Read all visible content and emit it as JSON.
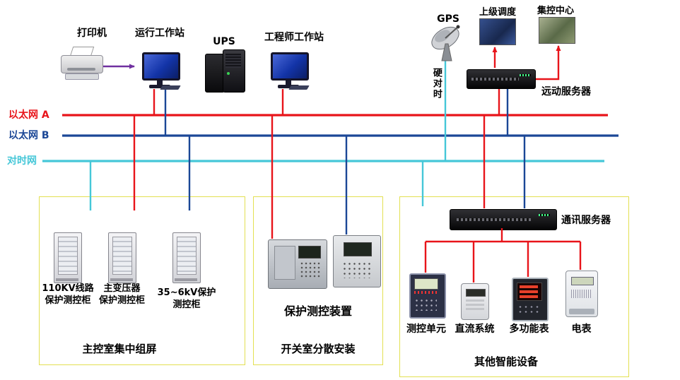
{
  "colors": {
    "bus_a": "#e8141a",
    "bus_b": "#1b4796",
    "bus_time": "#45c7d8",
    "group_border": "#e3e052",
    "link_purple": "#7030a0"
  },
  "top_devices": {
    "printer": "打印机",
    "operator_workstation": "运行工作站",
    "ups": "UPS",
    "engineer_workstation": "工程师工作站",
    "gps": "GPS",
    "superior_dispatch": "上级调度",
    "control_center": "集控中心",
    "telecontrol_server": "远动服务器",
    "hard_time_sync": "硬对时"
  },
  "buses": {
    "ethernet_a": "以太网 A",
    "ethernet_b": "以太网 B",
    "time_sync": "对时网"
  },
  "groups": {
    "left": {
      "title": "主控室集中组屏",
      "cabinet1": "110KV线路\n保护测控柜",
      "cabinet2": "主变压器\n保护测控柜",
      "cabinet3": "35~6kV保护\n测控柜"
    },
    "middle": {
      "title": "开关室分散安装",
      "device_label": "保护测控装置"
    },
    "right": {
      "title": "其他智能设备",
      "comm_server": "通讯服务器",
      "item1": "测控单元",
      "item2": "直流系统",
      "item3": "多功能表",
      "item4": "电表"
    }
  }
}
